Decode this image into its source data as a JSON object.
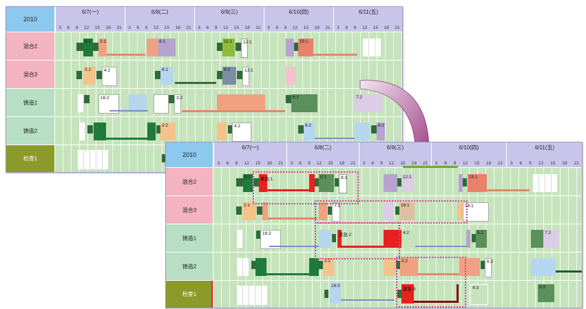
{
  "year": "2010",
  "days": [
    "6/7(一)",
    "6/8(二)",
    "6/9(三)",
    "6/10(四)",
    "6/11(五)"
  ],
  "hours": [
    "3",
    "6",
    "9",
    "12",
    "15",
    "18",
    "21"
  ],
  "resources": [
    {
      "label": "混合2",
      "color": "#f3b3c0"
    },
    {
      "label": "混合3",
      "color": "#f3b3c0"
    },
    {
      "label": "铸造1",
      "color": "#b8dec4"
    },
    {
      "label": "铸造2",
      "color": "#b8dec4"
    },
    {
      "label": "检查1",
      "color": "#8c9a2a"
    }
  ],
  "colors": {
    "accent": "#d63b9a",
    "lane": "#c6e4bc",
    "header": "#c9c5ea",
    "year": "#8dc8ee"
  },
  "back_labels": {
    "r0": [
      "6:1",
      "3:1",
      "8:1",
      "11:1",
      "12:1",
      "15:1"
    ],
    "r1": [
      "2:1",
      "4:1",
      "6:1",
      "9:1",
      "13:1"
    ],
    "r2": [
      "16:2",
      "3:2",
      "6:2",
      "7:2"
    ],
    "r3": [
      "2:2",
      "4:2",
      "6:2",
      "8:2"
    ],
    "r4": []
  },
  "front_labels": {
    "r0": [
      "5:1",
      "紧急:1",
      "5:1",
      "8:1",
      "12:1",
      "15:1"
    ],
    "r1": [
      "2:1",
      "7:1",
      "16:1",
      "14:1"
    ],
    "r2": [
      "16:2",
      "紧急:2",
      "4:2",
      "5:2",
      "7:2"
    ],
    "r3": [
      "2:2",
      "2:2",
      "6:2"
    ],
    "r4": [
      "16:3",
      "紧急:3",
      "4:3",
      "5:3"
    ]
  }
}
